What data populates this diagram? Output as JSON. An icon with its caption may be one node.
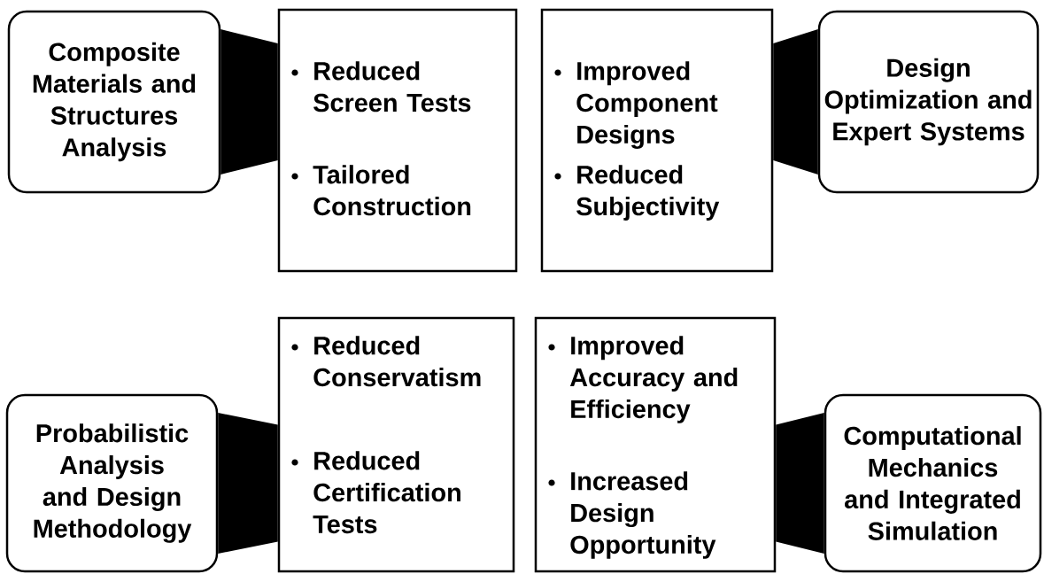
{
  "diagram": {
    "nodes": [
      {
        "text": [
          "Composite Materials and Structures Analysis"
        ]
      },
      {
        "text": [
          "Reduced Screen Tests",
          "Tailored Construction"
        ]
      },
      {
        "text": [
          "Improved Component Designs",
          "Reduced Subjectivity"
        ]
      },
      {
        "text": [
          "Design Optimization and Expert Systems"
        ]
      },
      {
        "text": [
          "Probabilistic Analysis and Design Methodology"
        ]
      },
      {
        "text": [
          "Reduced Conservatism",
          "Reduced Certification Tests"
        ]
      },
      {
        "text": [
          "Improved Accuracy and Efficiency",
          "Increased Design Opportunity"
        ]
      },
      {
        "text": [
          "Computational Mechanics and Integrated Simulation"
        ]
      }
    ],
    "edges": [
      {
        "from": 0,
        "to": 1,
        "arrow": "none"
      },
      {
        "from": 3,
        "to": 2,
        "arrow": "none"
      },
      {
        "from": 4,
        "to": 5,
        "arrow": "none"
      },
      {
        "from": 7,
        "to": 6,
        "arrow": "none"
      }
    ]
  }
}
